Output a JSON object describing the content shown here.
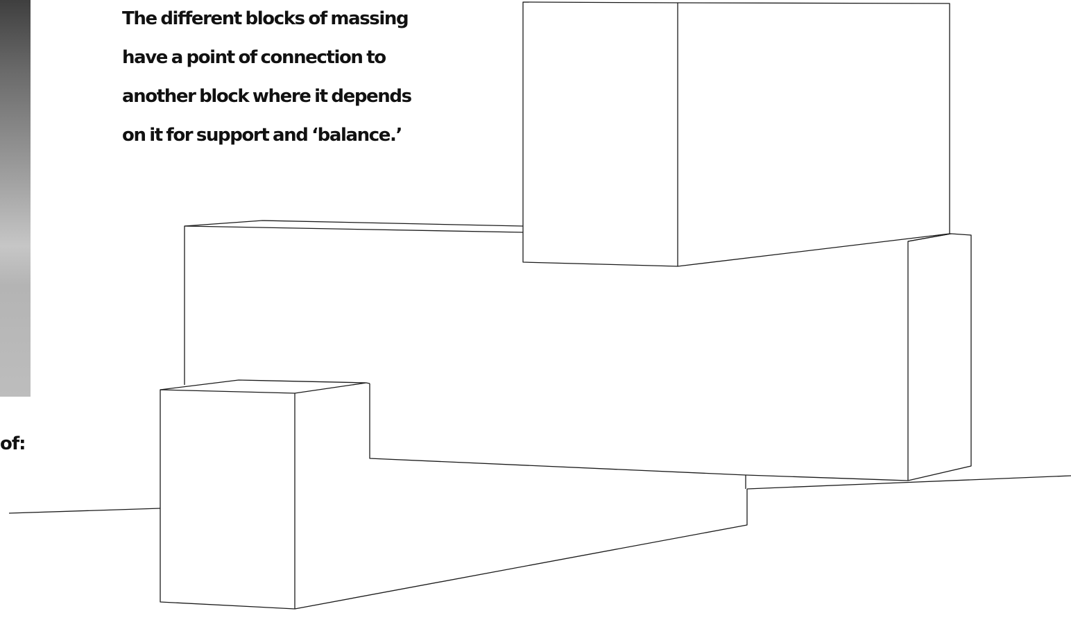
{
  "caption": {
    "lines": [
      "The different blocks of massing",
      "have a point of connection to",
      "another block where it depends",
      "on it for support and ‘balance.’"
    ]
  },
  "left_edge_text": "of:"
}
